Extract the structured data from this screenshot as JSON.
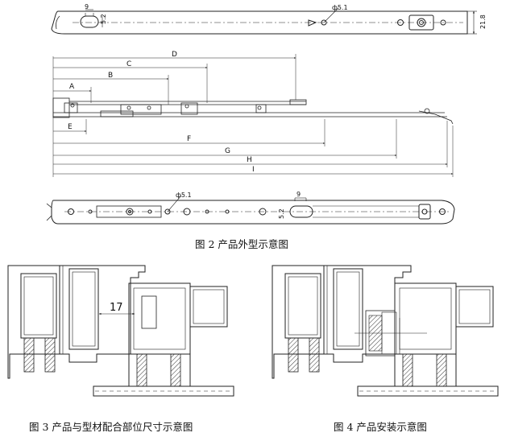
{
  "figure2": {
    "caption": "图 2 产品外型示意图",
    "top_view": {
      "dim_9": "9",
      "dim_5_2": "5.2",
      "dim_phi": "ф5.1",
      "dim_21_8": "21.8"
    },
    "side_view": {
      "dim_labels": [
        "A",
        "B",
        "C",
        "D",
        "E",
        "F",
        "G",
        "H",
        "I"
      ]
    },
    "bottom_view": {
      "dim_phi": "ф5.1",
      "dim_9": "9",
      "dim_5_2": "5.2"
    }
  },
  "figure3": {
    "caption": "图 3 产品与型材配合部位尺寸示意图",
    "dim_17": "17"
  },
  "figure4": {
    "caption": "图 4 产品安装示意图"
  }
}
